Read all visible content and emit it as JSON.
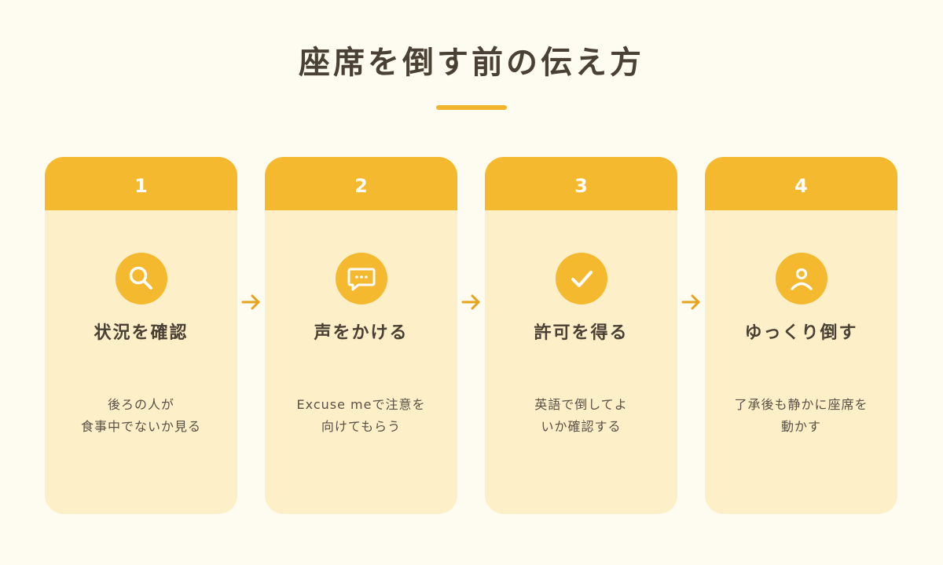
{
  "title": "座席を倒す前の伝え方",
  "colors": {
    "background": "#fefbf0",
    "accent": "#f4b92f",
    "card": "#fdefc8",
    "arrow": "#e9a21b",
    "text": "#4a4034"
  },
  "steps": [
    {
      "number": "1",
      "icon": "magnifier-icon",
      "title": "状況を確認",
      "description": [
        "後ろの人が",
        "食事中でないか見る"
      ]
    },
    {
      "number": "2",
      "icon": "speech-bubble-icon",
      "title": "声をかける",
      "description": [
        "Excuse meで注意を",
        "向けてもらう"
      ]
    },
    {
      "number": "3",
      "icon": "checkmark-icon",
      "title": "許可を得る",
      "description": [
        "英語で倒してよ",
        "いか確認する"
      ]
    },
    {
      "number": "4",
      "icon": "person-icon",
      "title": "ゆっくり倒す",
      "description": [
        "了承後も静かに座席を",
        "動かす"
      ]
    }
  ]
}
